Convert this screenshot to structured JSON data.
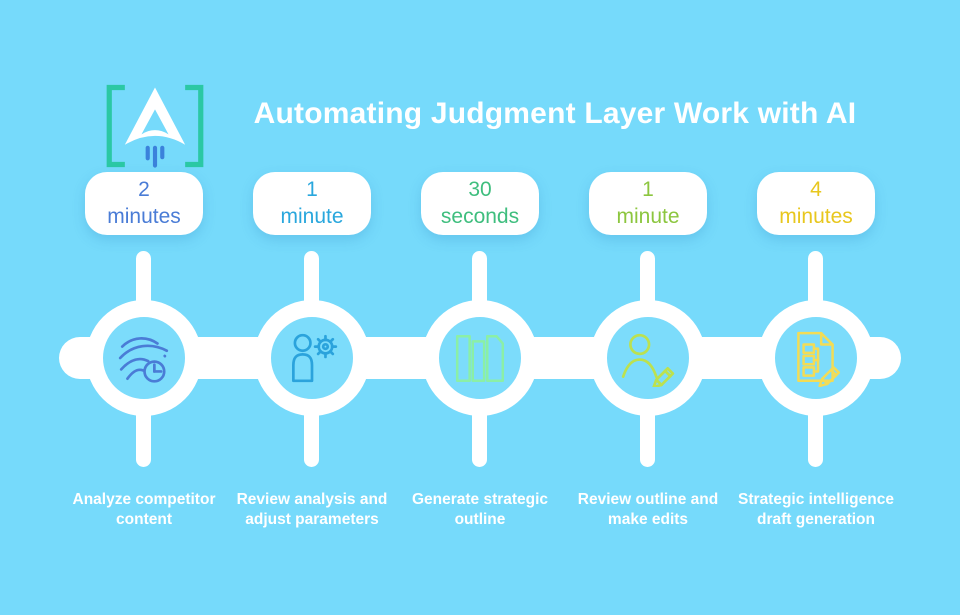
{
  "page": {
    "background_color": "#76DAFB"
  },
  "logo": {
    "name": "bracket-arrow-logo",
    "bracket_color": "#2BC8A4",
    "arrow_color": "#FFFFFF",
    "thrust_color": "#3B82DB"
  },
  "header": {
    "title": "Automating Judgment Layer Work with AI",
    "title_color": "#FFFFFF"
  },
  "steps": [
    {
      "duration_value": "2",
      "duration_unit": "minutes",
      "duration_color": "#4A7CD6",
      "icon": "flow-analysis-clock-icon",
      "icon_color": "#4A7CD6",
      "label": "Analyze competitor content"
    },
    {
      "duration_value": "1",
      "duration_unit": "minute",
      "duration_color": "#29A7DD",
      "icon": "person-gear-icon",
      "icon_color": "#2BA3DC",
      "label": "Review analysis and adjust parameters"
    },
    {
      "duration_value": "30",
      "duration_unit": "seconds",
      "duration_color": "#3FBE7E",
      "icon": "books-archive-icon",
      "icon_color": "#8BEFA6",
      "label": "Generate strategic outline"
    },
    {
      "duration_value": "1",
      "duration_unit": "minute",
      "duration_color": "#8CC63F",
      "icon": "person-pencil-icon",
      "icon_color": "#BCE14F",
      "label": "Review outline and make edits"
    },
    {
      "duration_value": "4",
      "duration_unit": "minutes",
      "duration_color": "#E8C71E",
      "icon": "document-outline-pencil-icon",
      "icon_color": "#F3DC55",
      "label": "Strategic intelligence draft generation"
    }
  ]
}
